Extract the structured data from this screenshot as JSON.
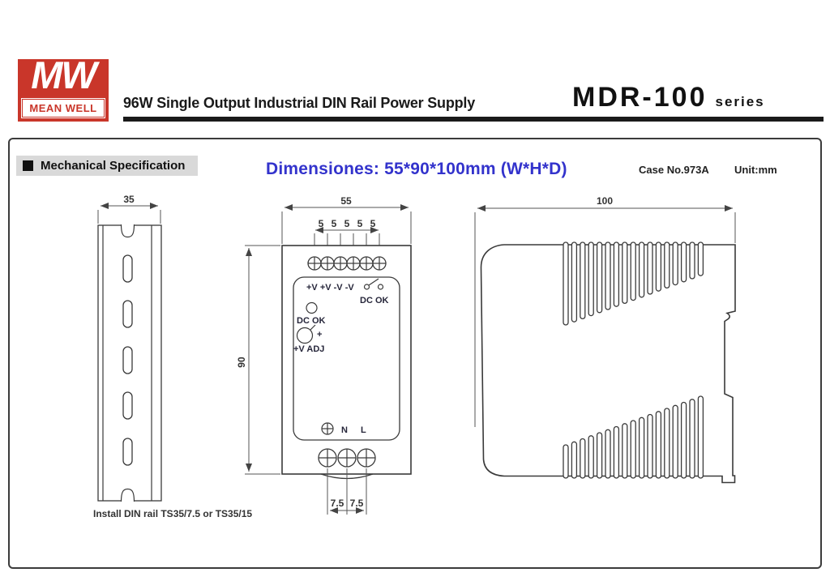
{
  "header": {
    "logo": {
      "mw": "MW",
      "brand": "MEAN WELL"
    },
    "title": "96W Single Output Industrial DIN Rail Power Supply",
    "model": "MDR-100",
    "series": "series"
  },
  "spec": {
    "section_title": "Mechanical Specification",
    "dimensions_note": "Dimensiones: 55*90*100mm (W*H*D)",
    "case_no": "Case No.973A",
    "unit": "Unit:mm",
    "colors": {
      "brand_red": "#c9362a",
      "accent_blue": "#3333cc"
    }
  },
  "drawings": {
    "din_rail": {
      "width_dim": "35",
      "caption": "Install DIN rail TS35/7.5 or TS35/15"
    },
    "front_view": {
      "width_dim": "55",
      "height_dim": "90",
      "pitch_dims": [
        "5",
        "5",
        "5",
        "5",
        "5"
      ],
      "bottom_pitch_dims": [
        "7.5",
        "7.5"
      ],
      "output_labels": "+V +V -V -V",
      "dc_ok_contact_label": "DC OK",
      "dc_ok_led_label": "DC OK",
      "vadj_plus": "+",
      "vadj_label": "+V ADJ",
      "neutral_label": "N",
      "line_label": "L"
    },
    "side_view": {
      "depth_dim": "100"
    }
  }
}
